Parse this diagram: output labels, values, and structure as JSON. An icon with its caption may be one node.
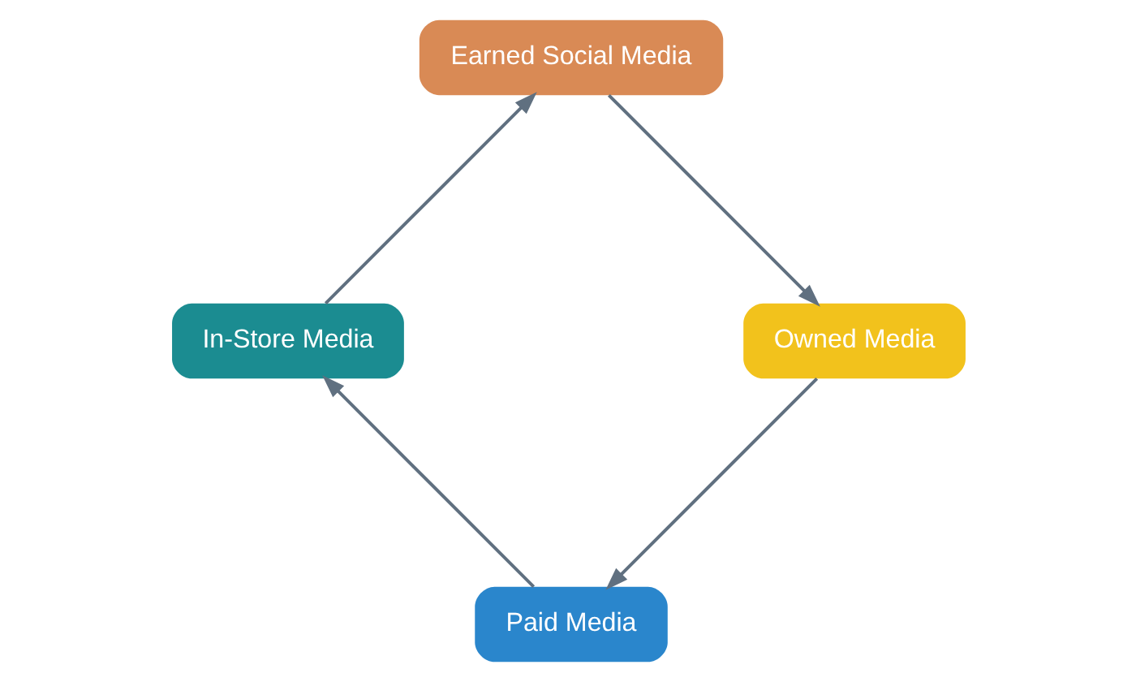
{
  "diagram": {
    "nodes": [
      {
        "text": [
          "Paid Media"
        ]
      },
      {
        "text": [
          "In-Store Media"
        ]
      },
      {
        "text": [
          "Earned Social Media"
        ]
      },
      {
        "text": [
          "Owned Media"
        ]
      }
    ],
    "edges": [
      {
        "from": 0,
        "to": 1,
        "arrow": "to"
      },
      {
        "from": 1,
        "to": 2,
        "arrow": "to"
      },
      {
        "from": 2,
        "to": 3,
        "arrow": "to"
      },
      {
        "from": 3,
        "to": 0,
        "arrow": "to"
      }
    ]
  }
}
